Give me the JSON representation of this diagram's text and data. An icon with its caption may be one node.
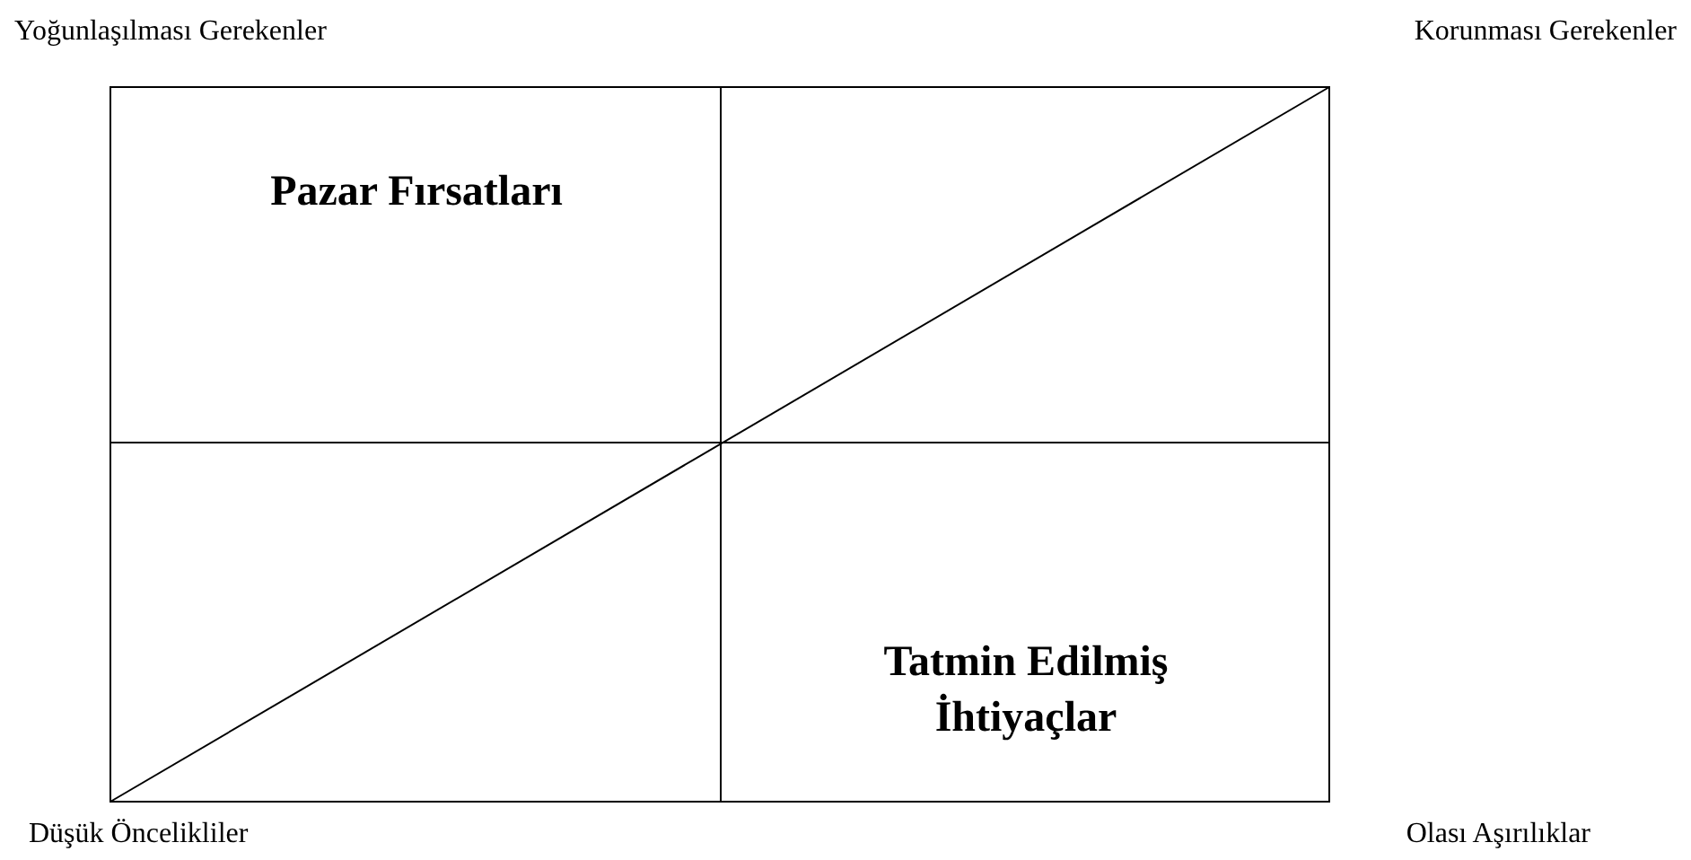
{
  "diagram": {
    "nodes": [
      {
        "text": [],
        "shape": "box"
      },
      {
        "text": [
          "Pazar Fırsatları"
        ],
        "in": 0
      },
      {
        "text": [
          "Tatmin Edilmiş İhtiyaçlar"
        ],
        "in": 0
      }
    ],
    "labels": [
      "Yoğunlaşılması Gerekenler",
      "Korunması Gerekenler",
      "Düşük Öncelikliler",
      "Olası Aşırılıklar"
    ]
  }
}
